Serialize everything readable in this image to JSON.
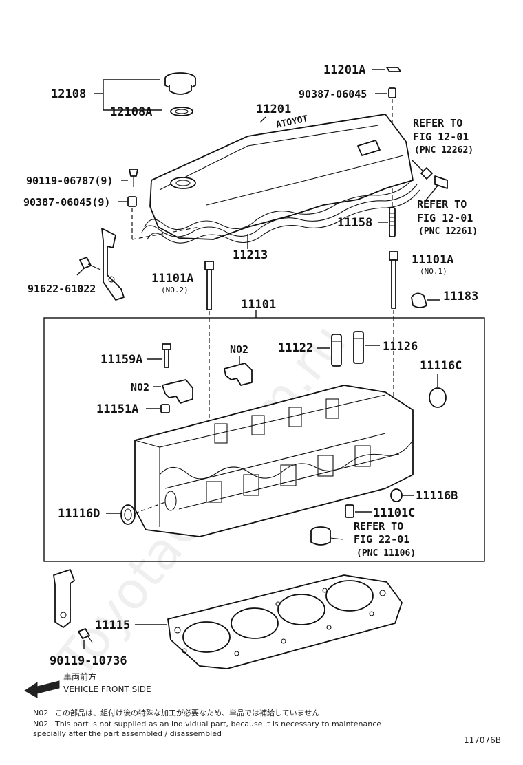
{
  "watermark": "ToyotaCarMim.ru",
  "parts": {
    "p12108": "12108",
    "p12108A": "12108A",
    "p11201A": "11201A",
    "p90387_top": "90387-06045",
    "p11201": "11201",
    "p90119_06787": "90119-06787(9)",
    "p90387_9": "90387-06045(9)",
    "p11158": "11158",
    "p11213": "11213",
    "p91622": "91622-61022",
    "p11101A_left": "11101A",
    "p11101A_left_sub": "(NO.2)",
    "p11101A_right": "11101A",
    "p11101A_right_sub": "(NO.1)",
    "p11183": "11183",
    "p11101": "11101",
    "p11159A": "11159A",
    "n02_a": "N02",
    "n02_b": "N02",
    "p11151A": "11151A",
    "p11122": "11122",
    "p11126": "11126",
    "p11116C": "11116C",
    "p11116B": "11116B",
    "p11116D": "11116D",
    "p11101C": "11101C",
    "p11115": "11115",
    "p90119_10736": "90119-10736"
  },
  "refs": {
    "r1_l1": "REFER TO",
    "r1_l2": "FIG 12-01",
    "r1_l3": "(PNC 12262)",
    "r2_l1": "REFER TO",
    "r2_l2": "FIG 12-01",
    "r2_l3": "(PNC 12261)",
    "r3_l1": "REFER TO",
    "r3_l2": "FIG 22-01",
    "r3_l3": "(PNC 11106)"
  },
  "front": {
    "jp": "車両前方",
    "en": "VEHICLE FRONT SIDE"
  },
  "notes": {
    "n1_code": "N02",
    "n1_text": "この部品は、組付け後の特殊な加工が必要なため、単品では補給していません",
    "n2_code": "N02",
    "n2_text": "This part is not supplied as an individual part, because it is necessary to maintenance",
    "n3_text": "specially after the part assembled / disassembled"
  },
  "figure_id": "117076B",
  "cover_brand": "TOYOTA"
}
